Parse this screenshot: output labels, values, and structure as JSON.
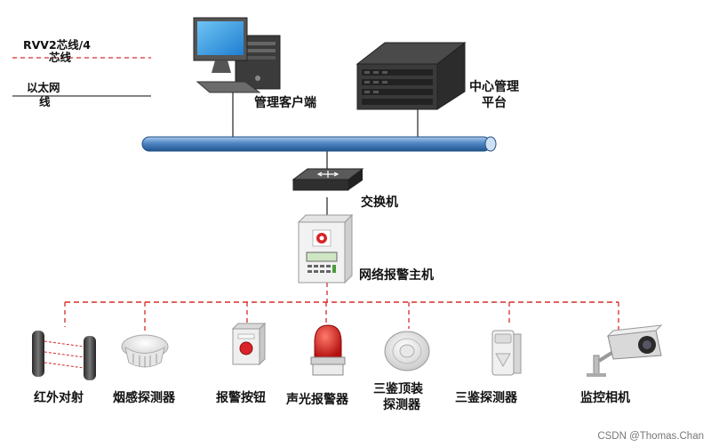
{
  "legend": {
    "dashed_line_label_1": "RVV2芯线/4",
    "dashed_line_label_2": "芯线",
    "solid_line_label_1": "以太网",
    "solid_line_label_2": "线"
  },
  "nodes": {
    "client": {
      "label": "管理客户端",
      "icon": "desktop-computer-icon"
    },
    "platform": {
      "label_1": "中心管理",
      "label_2": "平台",
      "icon": "server-icon"
    },
    "switch": {
      "label": "交换机",
      "icon": "network-switch-icon"
    },
    "alarm_host": {
      "label": "网络报警主机",
      "icon": "alarm-panel-icon"
    }
  },
  "devices": [
    {
      "label": "红外对射",
      "icon": "infrared-beam-icon"
    },
    {
      "label": "烟感探测器",
      "icon": "smoke-detector-icon"
    },
    {
      "label": "报警按钮",
      "icon": "panic-button-icon"
    },
    {
      "label": "声光报警器",
      "icon": "strobe-siren-icon"
    },
    {
      "label_1": "三鉴顶装",
      "label_2": "探测器",
      "icon": "ceiling-detector-icon"
    },
    {
      "label": "三鉴探测器",
      "icon": "motion-detector-icon"
    },
    {
      "label": "监控相机",
      "icon": "cctv-camera-icon"
    }
  ],
  "colors": {
    "bus_blue": "#3a6fa8",
    "rs485_red": "#d92b2b",
    "siren_red": "#e01a1a"
  },
  "watermark": "CSDN @Thomas.Chan"
}
